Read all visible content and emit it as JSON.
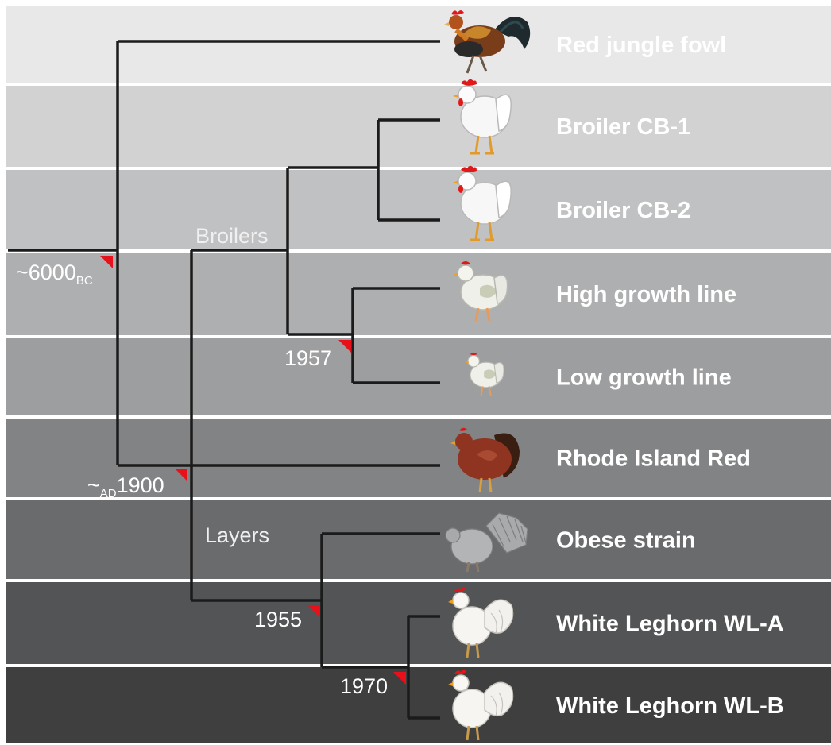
{
  "bands": [
    {
      "label": "Red jungle fowl",
      "color": "#e8e8e8",
      "label_color": "#ffffff"
    },
    {
      "label": "Broiler CB-1",
      "color": "#d2d2d2",
      "label_color": "#ffffff"
    },
    {
      "label": "Broiler CB-2",
      "color": "#c0c1c2",
      "label_color": "#ffffff"
    },
    {
      "label": "High growth line",
      "color": "#aeafb0",
      "label_color": "#ffffff"
    },
    {
      "label": "Low growth line",
      "color": "#9d9e9f",
      "label_color": "#ffffff"
    },
    {
      "label": "Rhode Island Red",
      "color": "#828384",
      "label_color": "#ffffff"
    },
    {
      "label": "Obese strain",
      "color": "#6a6b6c",
      "label_color": "#ffffff"
    },
    {
      "label": "White Leghorn WL-A",
      "color": "#535455",
      "label_color": "#ffffff"
    },
    {
      "label": "White Leghorn WL-B",
      "color": "#3f3f40",
      "label_color": "#ffffff"
    }
  ],
  "group_labels": {
    "broilers": "Broilers",
    "layers": "Layers"
  },
  "dates": {
    "root": {
      "prefix": "~6000",
      "sub": "BC"
    },
    "ad1900": {
      "tilde": "~",
      "sub": "AD",
      "value": "1900"
    },
    "d1957": "1957",
    "d1955": "1955",
    "d1970": "1970"
  },
  "icons": [
    "rooster-icon",
    "white-hen-icon",
    "white-hen-icon",
    "white-hen-icon",
    "small-hen-icon",
    "red-hen-icon",
    "grey-fantail-hen-icon",
    "white-leghorn-icon",
    "white-leghorn-icon"
  ],
  "colors": {
    "branch": "#1b1b1b",
    "date_marker": "#e8101a"
  }
}
